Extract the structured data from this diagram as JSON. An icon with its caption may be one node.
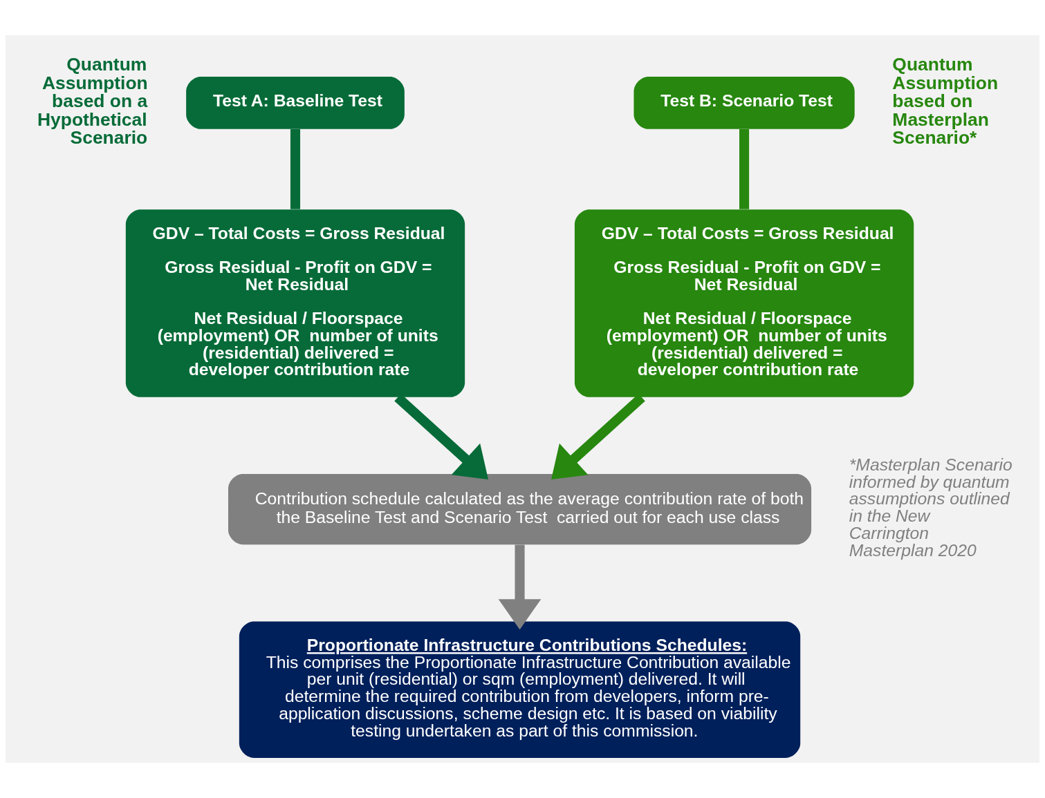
{
  "diagram": {
    "nodes": [
      {
        "text": [
          "Test A: Baseline Test"
        ],
        "beside": [
          "Quantum Assumption based on a Hypothetical Scenario"
        ]
      },
      {
        "text": [
          "GDV – Total Costs = Gross Residual",
          "Gross Residual - Profit on GDV = Net Residual",
          "Net Residual / Floorspace (employment) OR  number of units (residential) delivered = developer contribution rate"
        ]
      },
      {
        "text": [
          "Test B: Scenario Test"
        ],
        "beside": [
          "Quantum Assumption based on Masterplan Scenario*"
        ]
      },
      {
        "text": [
          "GDV – Total Costs = Gross Residual",
          "Gross Residual - Profit on GDV = Net Residual",
          "Net Residual / Floorspace (employment) OR  number of units (residential) delivered = developer contribution rate"
        ]
      },
      {
        "text": [
          "Contribution schedule calculated as the average contribution rate of both the Baseline Test and Scenario Test  carried out for each use class"
        ]
      },
      {
        "text": [
          "Proportionate Infrastructure Contributions Schedules:",
          "This comprises the Proportionate Infrastructure Contribution available per unit (residential) or sqm (employment) delivered. It will determine the required contribution from developers, inform pre-application discussions, scheme design etc. It is based on viability testing undertaken as part of this commission."
        ]
      }
    ],
    "edges": [
      {
        "from": 0,
        "to": 1,
        "arrow": "none",
        "color": "#066b38"
      },
      {
        "from": 2,
        "to": 3,
        "arrow": "none",
        "color": "#27870f"
      },
      {
        "from": 1,
        "to": 4,
        "arrow": "to",
        "color": "#066b38"
      },
      {
        "from": 3,
        "to": 4,
        "arrow": "to",
        "color": "#27870f"
      },
      {
        "from": 4,
        "to": 5,
        "arrow": "to",
        "color": "#808080"
      }
    ],
    "labels": [
      "*Masterplan Scenario informed by quantum assumptions outlined in the New Carrington Masterplan 2020"
    ]
  }
}
